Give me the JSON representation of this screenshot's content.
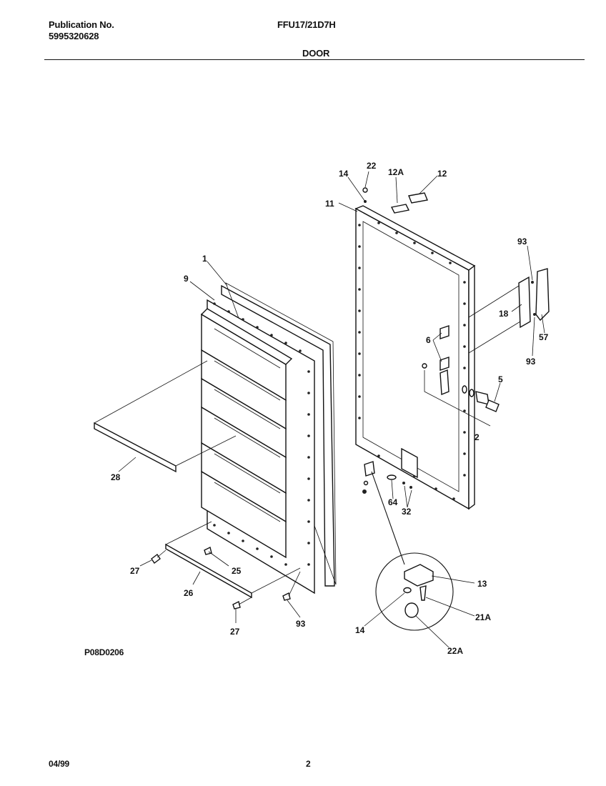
{
  "header": {
    "publication_label": "Publication No.",
    "publication_number": "5995320628",
    "model": "FFU17/21D7H",
    "section": "DOOR"
  },
  "figure_code": "P08D0206",
  "footer": {
    "date": "04/99",
    "page": "2"
  },
  "callouts": {
    "c1": "1",
    "c9": "9",
    "c28": "28",
    "c27a": "27",
    "c25": "25",
    "c26": "26",
    "c27b": "27",
    "c93a": "93",
    "c14a": "14",
    "c22": "22",
    "c12a": "12A",
    "c12": "12",
    "c11": "11",
    "c93b": "93",
    "c18": "18",
    "c57": "57",
    "c93c": "93",
    "c6": "6",
    "c5": "5",
    "c2": "2",
    "c64": "64",
    "c32": "32",
    "c13": "13",
    "c21a": "21A",
    "c14b": "14",
    "c22a": "22A"
  }
}
